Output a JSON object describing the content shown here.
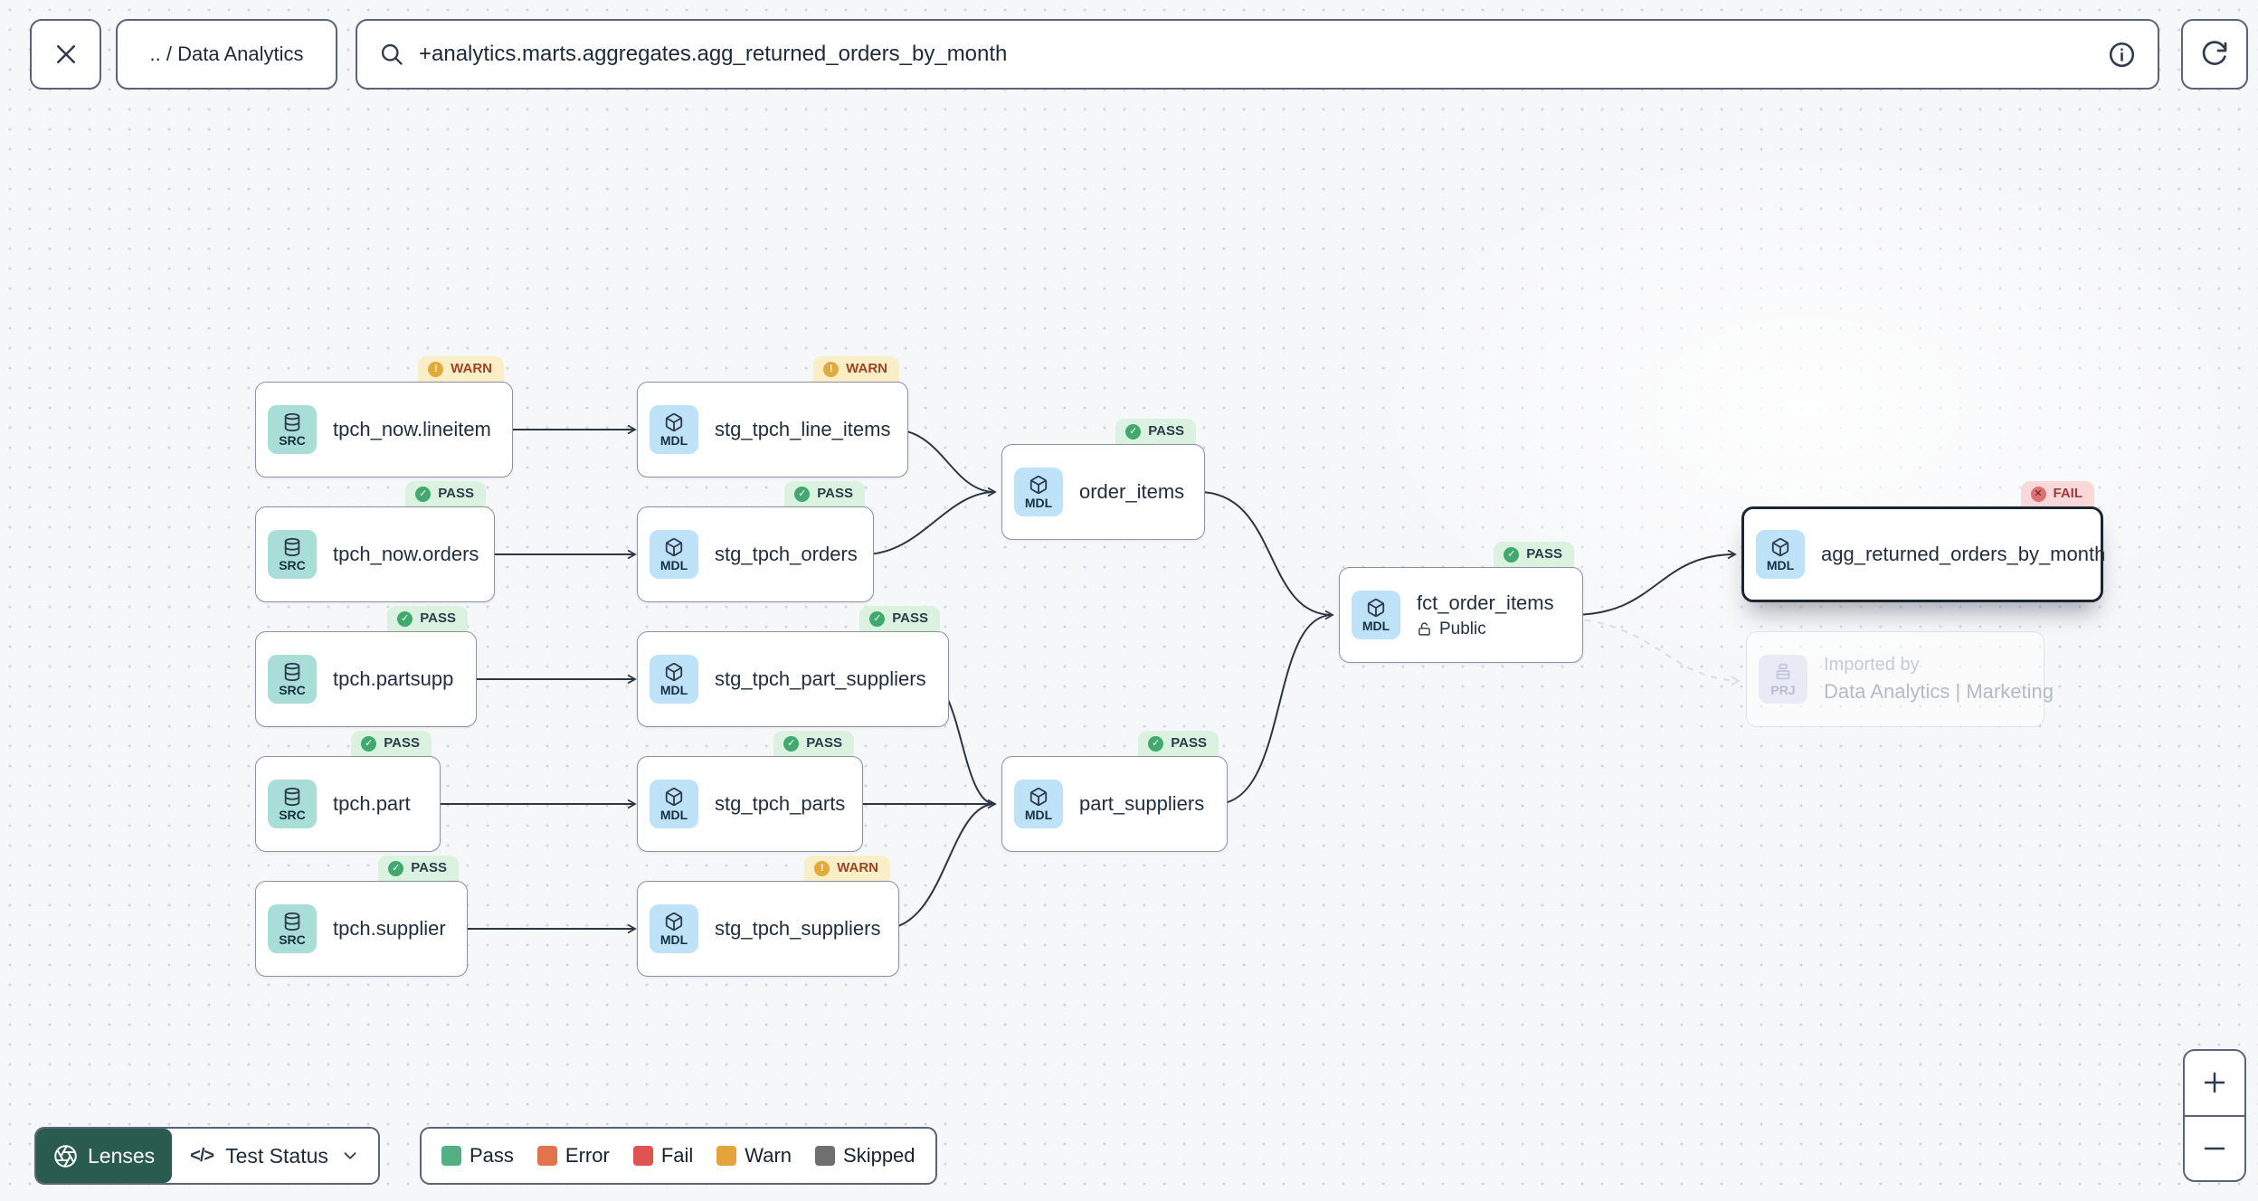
{
  "topbar": {
    "breadcrumb": ".. / Data Analytics",
    "search_value": "+analytics.marts.aggregates.agg_returned_orders_by_month"
  },
  "lenses": {
    "button_label": "Lenses",
    "selected_lens": "Test Status",
    "code_glyph": "</>"
  },
  "legend": {
    "items": [
      {
        "label": "Pass",
        "color": "#52b183"
      },
      {
        "label": "Error",
        "color": "#e2734b"
      },
      {
        "label": "Fail",
        "color": "#df5353"
      },
      {
        "label": "Warn",
        "color": "#e5a33b"
      },
      {
        "label": "Skipped",
        "color": "#6f6f6f"
      }
    ]
  },
  "zoom_controls": {
    "zoom_in": "+",
    "zoom_out": "−"
  },
  "status_colors": {
    "pass_icon": "#41a96e",
    "warn_icon": "#e2a93d",
    "fail_icon": "#dd7070"
  },
  "nodes": {
    "tpch_now_lineitem": {
      "type": "SRC",
      "label": "tpch_now.lineitem",
      "badge": "WARN"
    },
    "stg_tpch_line_items": {
      "type": "MDL",
      "label": "stg_tpch_line_items",
      "badge": "WARN"
    },
    "tpch_now_orders": {
      "type": "SRC",
      "label": "tpch_now.orders",
      "badge": "PASS"
    },
    "stg_tpch_orders": {
      "type": "MDL",
      "label": "stg_tpch_orders",
      "badge": "PASS"
    },
    "tpch_partsupp": {
      "type": "SRC",
      "label": "tpch.partsupp",
      "badge": "PASS"
    },
    "stg_tpch_part_suppliers": {
      "type": "MDL",
      "label": "stg_tpch_part_suppliers",
      "badge": "PASS"
    },
    "tpch_part": {
      "type": "SRC",
      "label": "tpch.part",
      "badge": "PASS"
    },
    "stg_tpch_parts": {
      "type": "MDL",
      "label": "stg_tpch_parts",
      "badge": "PASS"
    },
    "tpch_supplier": {
      "type": "SRC",
      "label": "tpch.supplier",
      "badge": "PASS"
    },
    "stg_tpch_suppliers": {
      "type": "MDL",
      "label": "stg_tpch_suppliers",
      "badge": "WARN"
    },
    "order_items": {
      "type": "MDL",
      "label": "order_items",
      "badge": "PASS"
    },
    "part_suppliers": {
      "type": "MDL",
      "label": "part_suppliers",
      "badge": "PASS"
    },
    "fct_order_items": {
      "type": "MDL",
      "label": "fct_order_items",
      "badge": "PASS",
      "access": "Public"
    },
    "agg_returned_orders_by_month": {
      "type": "MDL",
      "label": "agg_returned_orders_by_month",
      "badge": "FAIL"
    },
    "imported_by": {
      "type": "PRJ",
      "line1": "Imported by",
      "line2": "Data Analytics | Marketing"
    }
  }
}
